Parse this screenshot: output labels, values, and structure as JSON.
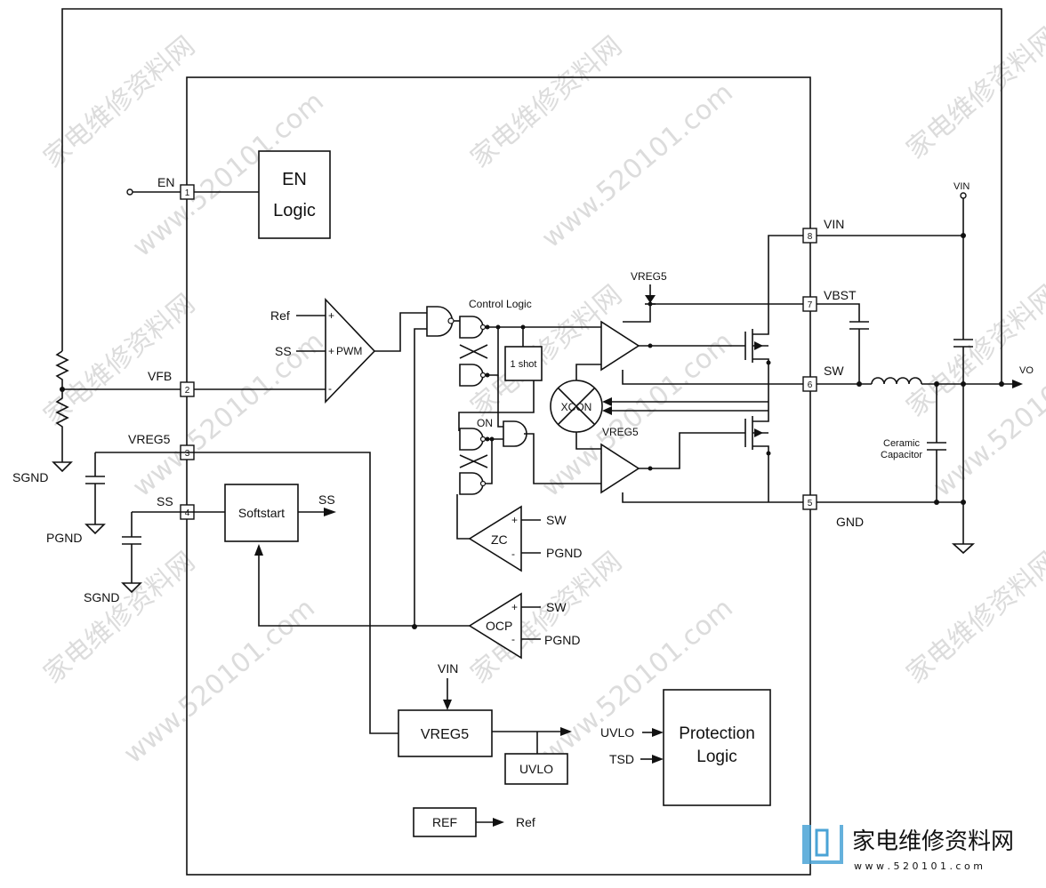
{
  "blocks": {
    "en_logic": [
      "EN",
      "Logic"
    ],
    "softstart": "Softstart",
    "vreg5": "VREG5",
    "uvlo": "UVLO",
    "ref": "REF",
    "protection": [
      "Protection",
      "Logic"
    ],
    "one_shot": "1 shot",
    "xcon": "XCON",
    "control_logic": "Control Logic"
  },
  "pins": [
    {
      "num": "1",
      "name": "EN"
    },
    {
      "num": "2",
      "name": "VFB"
    },
    {
      "num": "3",
      "name": "VREG5"
    },
    {
      "num": "4",
      "name": "SS"
    },
    {
      "num": "5",
      "name": "GND"
    },
    {
      "num": "6",
      "name": "SW"
    },
    {
      "num": "7",
      "name": "VBST"
    },
    {
      "num": "8",
      "name": "VIN"
    }
  ],
  "comparators": {
    "pwm": {
      "label": "PWM",
      "in_ref": "Ref",
      "in_ss": "SS"
    },
    "zc": {
      "label": "ZC",
      "plus": "SW",
      "minus": "PGND"
    },
    "ocp": {
      "label": "OCP",
      "plus": "SW",
      "minus": "PGND"
    }
  },
  "signals": {
    "ss_out": "SS",
    "ref_out": "Ref",
    "vin_in": "VIN",
    "uvlo_in": "UVLO",
    "tsd_in": "TSD",
    "on": "ON",
    "vreg5_top": "VREG5",
    "vreg5_driver": "VREG5",
    "vin_ext": "VIN",
    "vo": "VO",
    "ceramic": [
      "Ceramic",
      "Capacitor"
    ]
  },
  "grounds": {
    "sgnd_left": "SGND",
    "pgnd": "PGND",
    "sgnd_bottom": "SGND"
  },
  "symbols": {
    "plus": "+",
    "minus": "-"
  },
  "watermark": {
    "cn": "家电维修资料网",
    "url": "www.520101.com",
    "logo_cn": "家电维修资料网",
    "logo_url": "w w w . 5 2 0 1 0 1 . c o m",
    "color": "#4aa3d6"
  }
}
